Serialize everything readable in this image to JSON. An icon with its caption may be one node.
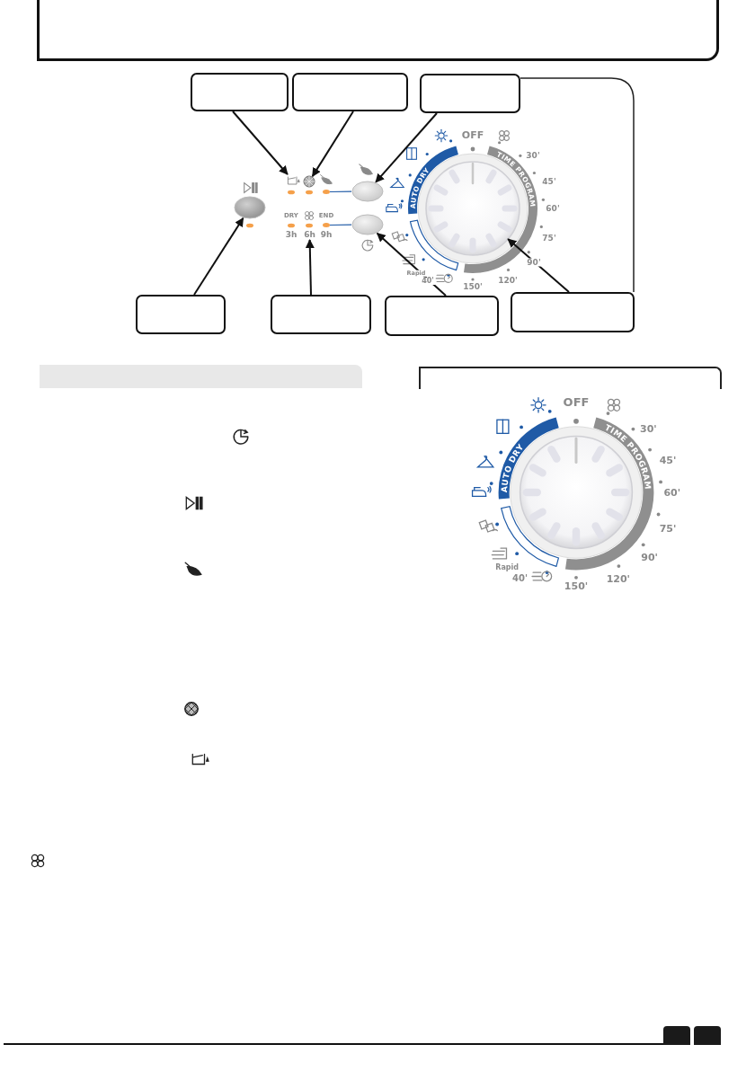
{
  "diagram": {
    "nodes": [
      {
        "text": [],
        "shape": "box"
      },
      {
        "text": [],
        "shape": "box"
      },
      {
        "text": [],
        "shape": "box"
      },
      {
        "text": [],
        "shape": "box"
      },
      {
        "text": [],
        "shape": "box"
      },
      {
        "text": [],
        "shape": "box"
      },
      {
        "text": [],
        "shape": "box"
      },
      {
        "text": [],
        "shape": "icon"
      },
      {
        "text": [],
        "shape": "circle"
      },
      {
        "text": [],
        "shape": "button"
      },
      {
        "text": [],
        "shape": "button"
      },
      {
        "text": [],
        "shape": "button"
      },
      {
        "text": [],
        "shape": "circle"
      },
      {
        "text": [],
        "shape": "box"
      },
      {
        "text": [],
        "shape": "bar"
      },
      {
        "text": [],
        "shape": "box"
      },
      {
        "text": [
          "6h"
        ]
      },
      {
        "text": [],
        "shape": "light"
      },
      {
        "text": [],
        "shape": "light"
      }
    ],
    "edges": [
      {
        "from": 0,
        "to": 7,
        "arrow": "to"
      },
      {
        "from": 1,
        "to": 8,
        "arrow": "to"
      },
      {
        "from": 2,
        "to": 9,
        "arrow": "to"
      },
      {
        "from": 3,
        "to": 10,
        "arrow": "to"
      },
      {
        "from": 4,
        "to": 16,
        "arrow": "to"
      },
      {
        "from": 5,
        "to": 11,
        "arrow": "to"
      },
      {
        "from": 6,
        "to": 12,
        "arrow": "to"
      },
      {
        "from": 17,
        "to": 9,
        "arrow": "none",
        "color": "#1f5aa6"
      },
      {
        "from": 18,
        "to": 11,
        "arrow": "none",
        "color": "#1f5aa6"
      }
    ],
    "labels": [
      "OFF",
      "30'",
      "AUTO DRY",
      "TIME PROGRAM",
      "45'",
      "DRY",
      "END",
      "60'",
      "3h",
      "9h",
      "75'",
      "90'",
      "120'",
      "Rapid",
      "40'",
      "150'",
      "OFF",
      "30'",
      "AUTO DRY",
      "TIME PROGRAM",
      "45'",
      "60'",
      "75'",
      "90'",
      "Rapid",
      "40'",
      "120'",
      "150'"
    ]
  }
}
